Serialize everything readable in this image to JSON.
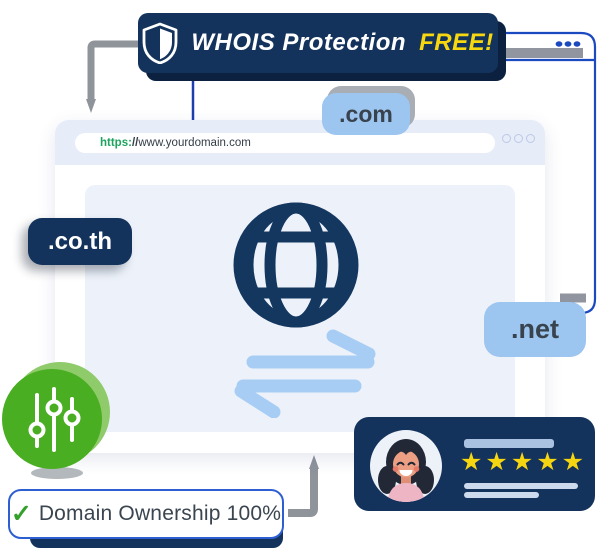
{
  "banner": {
    "shield_icon": "shield",
    "title": "WHOIS Protection",
    "free_label": "FREE!"
  },
  "browser": {
    "url_scheme": "https:",
    "url_slashes": "//",
    "url_host": "www.yourdomain.com"
  },
  "domain_badges": {
    "com": ".com",
    "co_th": ".co.th",
    "net": ".net"
  },
  "settings_circle": {
    "icon": "sliders"
  },
  "review_card": {
    "avatar": "woman-avatar",
    "stars": "★★★★★"
  },
  "ownership": {
    "check": "✓",
    "label": "Domain Ownership 100%"
  },
  "colors": {
    "navy": "#14335c",
    "navy_shadow": "#0c2140",
    "badge_blue": "#9cc5f0",
    "arrow_blue": "#a8cdf4",
    "wire_blue": "#1b49c0",
    "green": "#49ae21",
    "green_light": "#8fca6b",
    "star_yellow": "#f6d511",
    "free_yellow": "#f7d710",
    "url_green": "#1da35e"
  }
}
